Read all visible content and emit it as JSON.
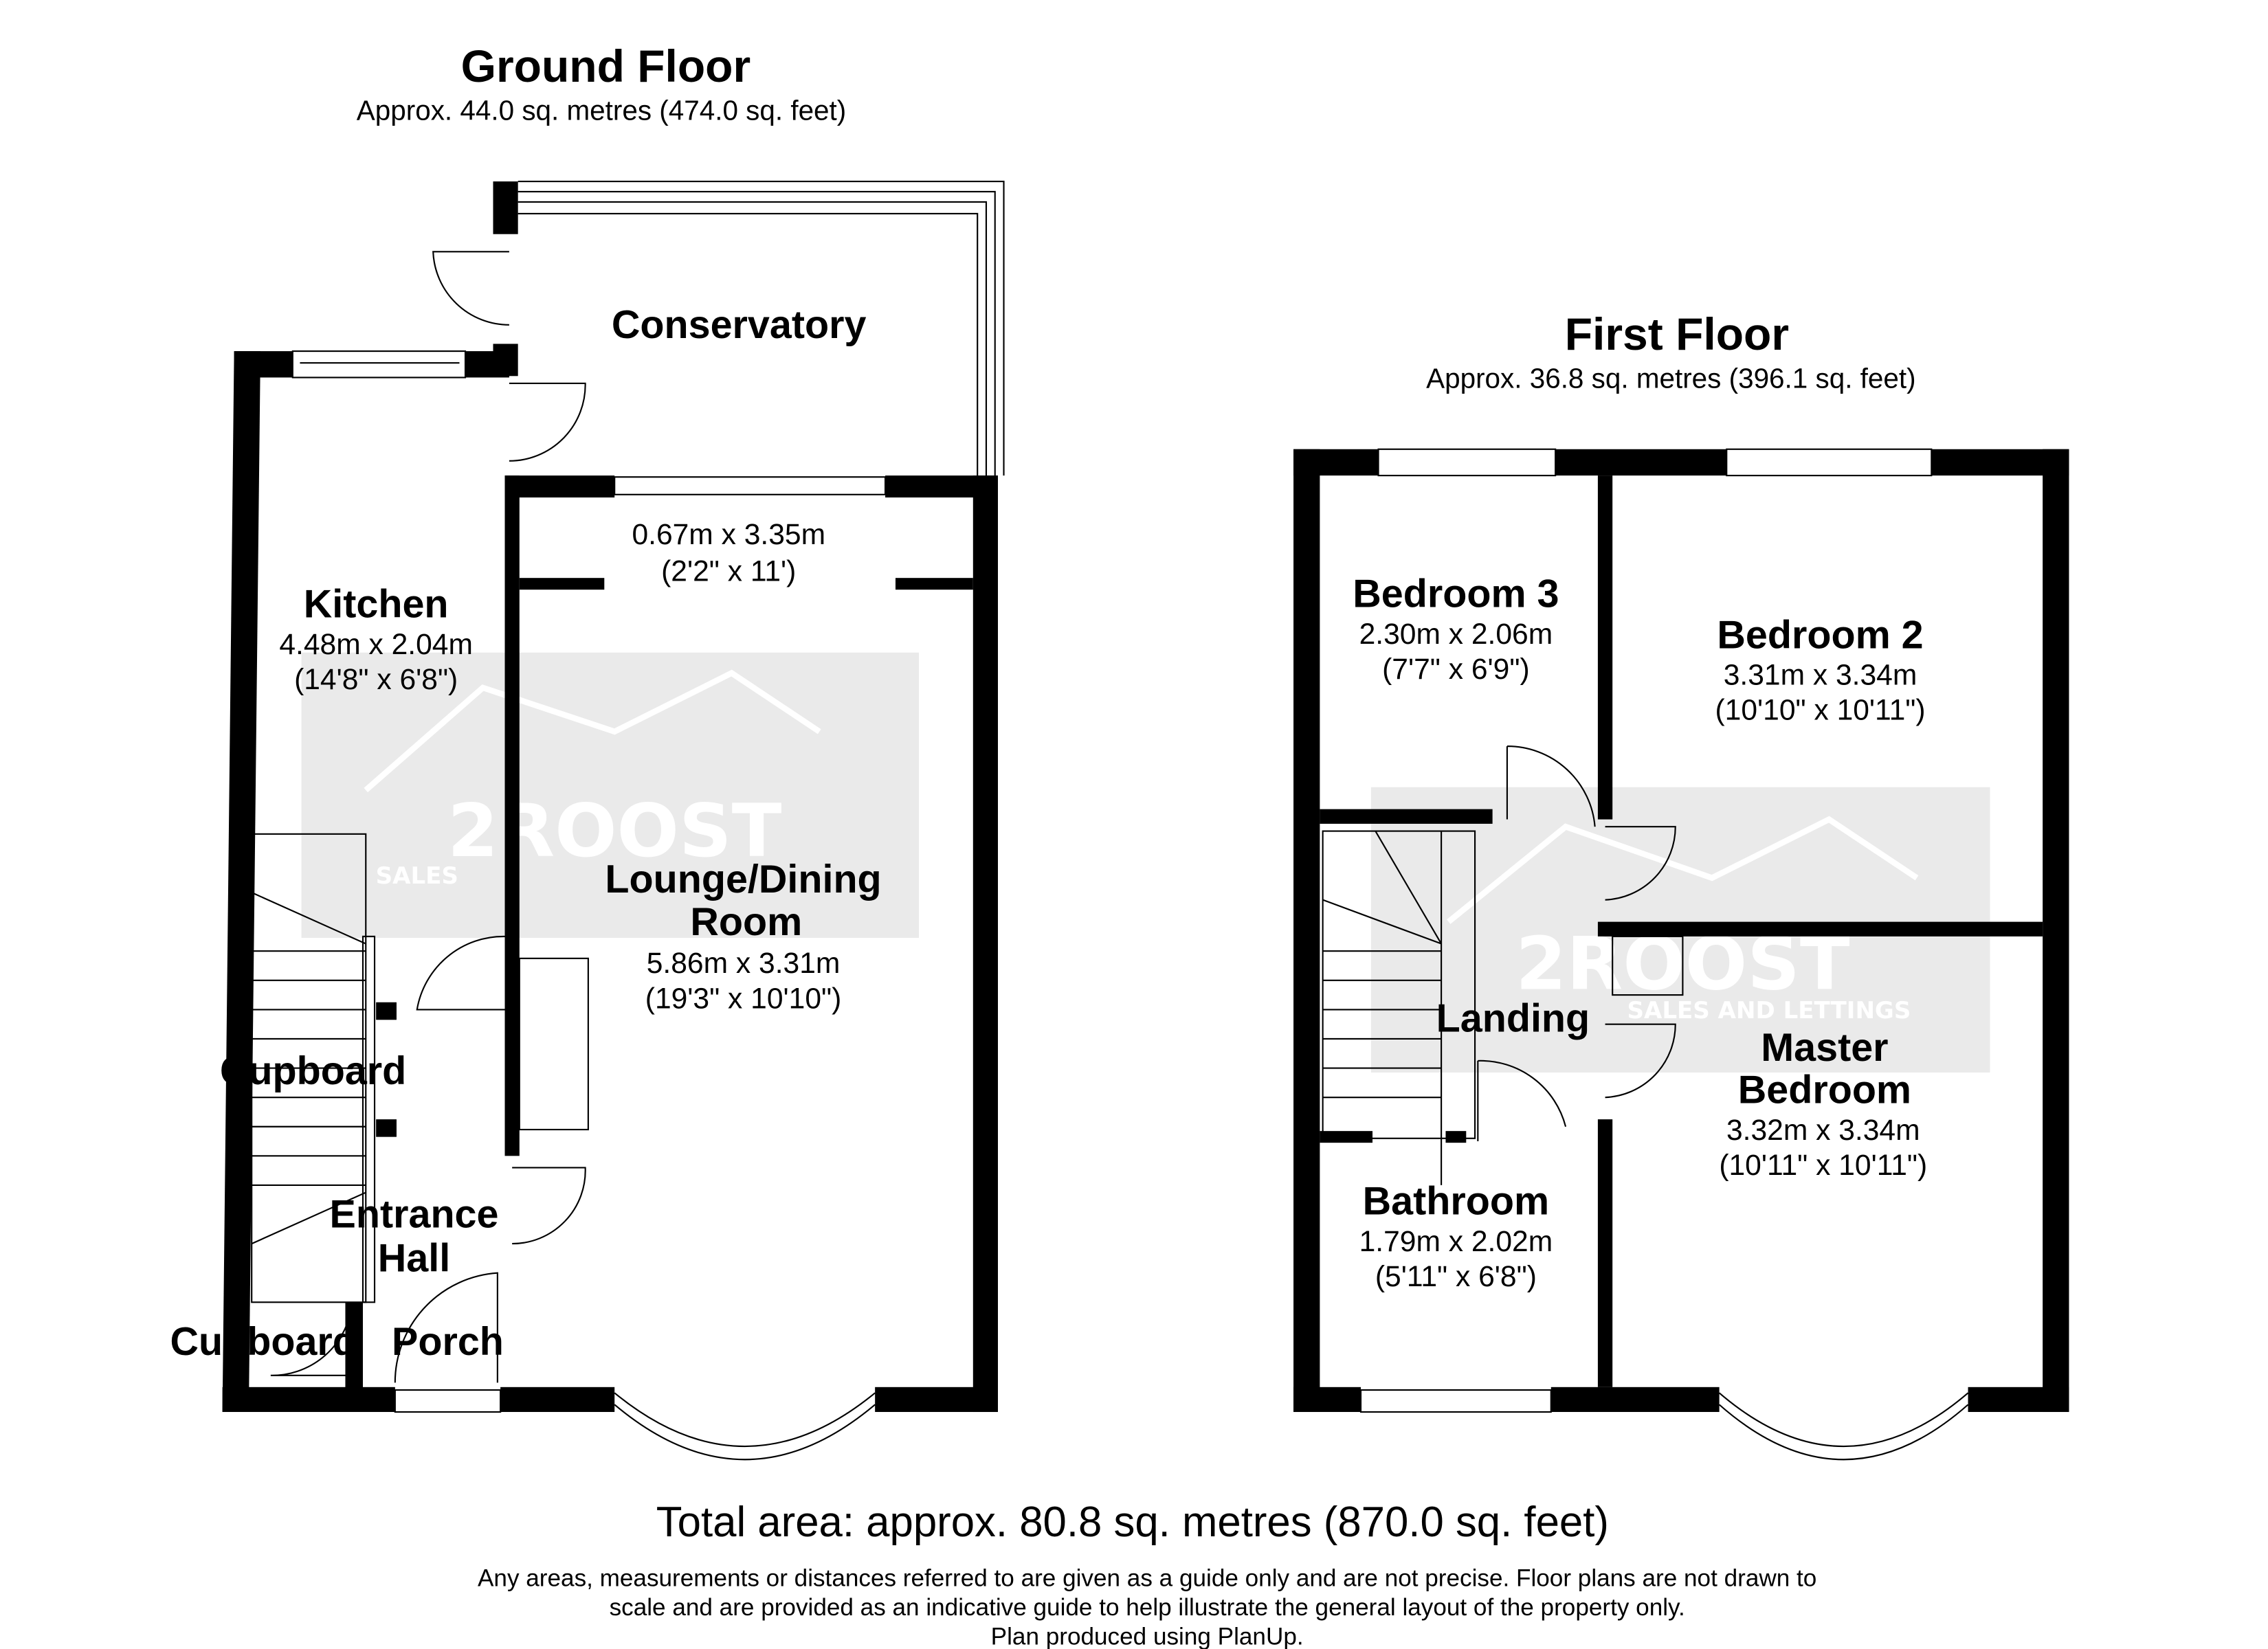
{
  "ground_floor": {
    "title": "Ground Floor",
    "area": "Approx. 44.0 sq. metres (474.0 sq. feet)",
    "rooms": [
      {
        "name": "Conservatory"
      },
      {
        "name": "",
        "dims_m": "0.67m x 3.35m",
        "dims_ft": "(2'2\" x 11')"
      },
      {
        "name": "Kitchen",
        "dims_m": "4.48m x 2.04m",
        "dims_ft": "(14'8\" x 6'8\")"
      },
      {
        "name": "Lounge/Dining",
        "name2": "Room",
        "dims_m": "5.86m x 3.31m",
        "dims_ft": "(19'3\" x 10'10\")"
      },
      {
        "name": "Cupboard"
      },
      {
        "name": "Entrance",
        "name2": "Hall"
      },
      {
        "name": "Cupboard"
      },
      {
        "name": "Porch"
      }
    ]
  },
  "first_floor": {
    "title": "First Floor",
    "area": "Approx. 36.8 sq. metres (396.1 sq. feet)",
    "rooms": [
      {
        "name": "Bedroom 3",
        "dims_m": "2.30m x 2.06m",
        "dims_ft": "(7'7\" x 6'9\")"
      },
      {
        "name": "Bedroom 2",
        "dims_m": "3.31m x 3.34m",
        "dims_ft": "(10'10\" x 10'11\")"
      },
      {
        "name": "Landing"
      },
      {
        "name": "Master",
        "name2": "Bedroom",
        "dims_m": "3.32m x 3.34m",
        "dims_ft": "(10'11\" x 10'11\")"
      },
      {
        "name": "Bathroom",
        "dims_m": "1.79m x 2.02m",
        "dims_ft": "(5'11\" x 6'8\")"
      }
    ]
  },
  "watermark": {
    "brand": "2ROOST",
    "tagline_short": "SALES",
    "tagline": "SALES AND LETTINGS"
  },
  "footer": {
    "total": "Total area: approx. 80.8 sq. metres (870.0 sq. feet)",
    "disclaimer_1": "Any areas, measurements or distances referred to are given as a guide only and are not precise. Floor plans are not drawn to",
    "disclaimer_2": "scale and are provided as an indicative guide to help illustrate the general layout of the property only.",
    "disclaimer_3": "Plan produced using PlanUp."
  }
}
